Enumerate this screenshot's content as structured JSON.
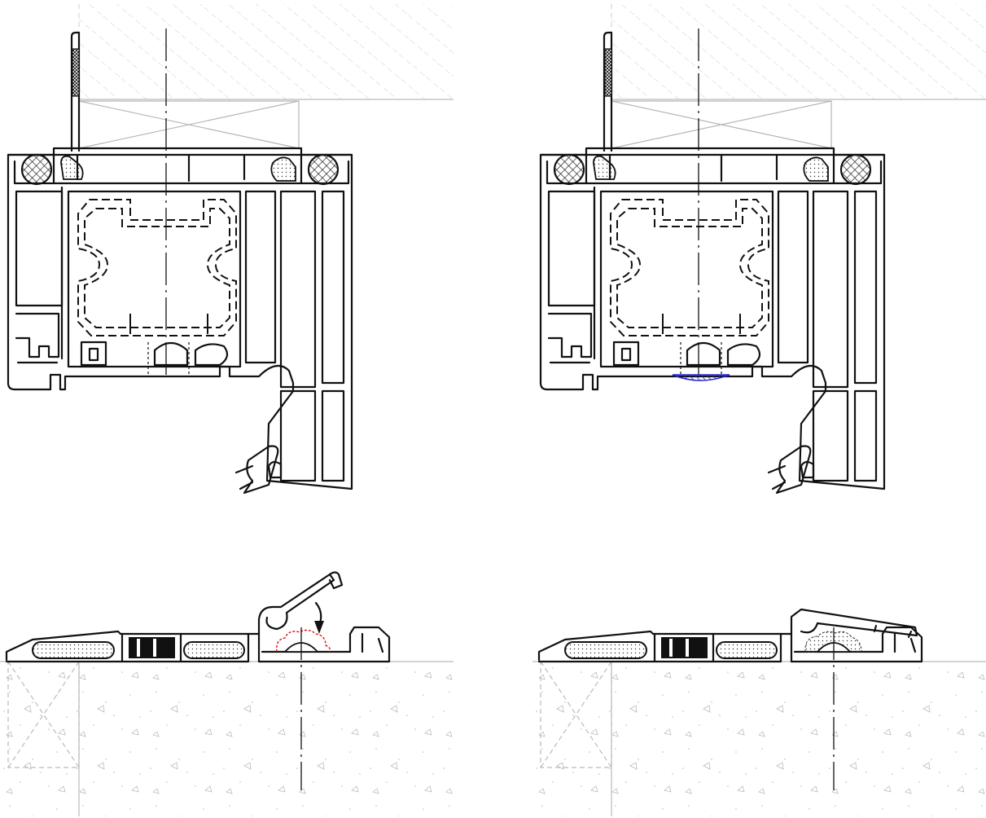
{
  "drawing": {
    "panels": [
      {
        "id": "top-left",
        "variant": "head-original"
      },
      {
        "id": "top-right",
        "variant": "head-modified",
        "highlight_color": "#2222cc"
      },
      {
        "id": "bottom-left",
        "variant": "sill-open",
        "highlight_color": "#e00000"
      },
      {
        "id": "bottom-right",
        "variant": "sill-closed"
      }
    ],
    "colors": {
      "line": "#111111",
      "hatch": "#c8c8c8",
      "frame_guide": "#b5b5b5",
      "blue_part": "#2222cc",
      "red_part": "#e00000"
    }
  }
}
